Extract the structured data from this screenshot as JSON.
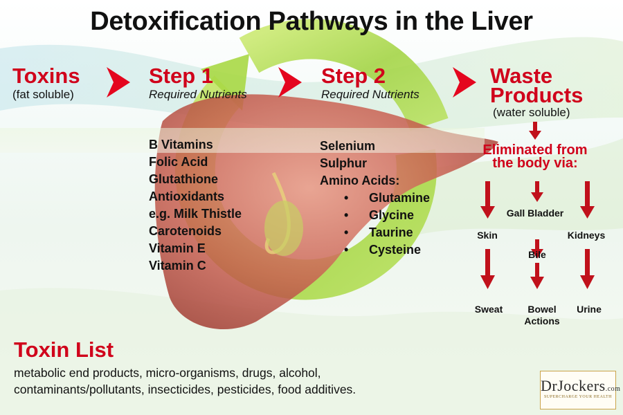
{
  "title": "Detoxification Pathways in the Liver",
  "toxins": {
    "heading": "Toxins",
    "subtitle": "(fat soluble)"
  },
  "step1": {
    "heading": "Step 1",
    "subtitle": "Required Nutrients",
    "nutrients": [
      "B Vitamins",
      "Folic Acid",
      "Glutathione",
      "Antioxidants",
      "e.g. Milk Thistle",
      "Carotenoids",
      "Vitamin E",
      "Vitamin C"
    ]
  },
  "step2": {
    "heading": "Step 2",
    "subtitle": "Required Nutrients",
    "nutrients": [
      "Selenium",
      "Sulphur",
      "Amino Acids:"
    ],
    "bullet_char": "•",
    "amino_acids": [
      "Glutamine",
      "Glycine",
      "Taurine",
      "Cysteine"
    ]
  },
  "waste": {
    "heading_line1": "Waste",
    "heading_line2": "Products",
    "subtitle": "(water soluble)",
    "eliminated_line1": "Eliminated from",
    "eliminated_line2": "the body via:"
  },
  "organs": {
    "gall_bladder": "Gall Bladder",
    "skin": "Skin",
    "kidneys": "Kidneys",
    "bile": "Bile",
    "sweat": "Sweat",
    "bowel_line1": "Bowel",
    "bowel_line2": "Actions",
    "urine": "Urine"
  },
  "toxin_list": {
    "heading": "Toxin List",
    "line1": "metabolic end products, micro-organisms, drugs, alcohol,",
    "line2": "contaminants/pollutants, insecticides, pesticides, food additives."
  },
  "logo": {
    "dr": "Dr",
    "jockers": "Jockers",
    "com": ".com",
    "tagline": "SUPERCHARGE YOUR HEALTH"
  },
  "colors": {
    "accent_red": "#d0021b",
    "cycle_green": "#9fd23c",
    "liver": "#b84a3e",
    "text": "#111111"
  },
  "icons": [
    "chevron-right-icon",
    "arrow-down-icon",
    "cycle-arrow-icon",
    "liver-illustration"
  ]
}
